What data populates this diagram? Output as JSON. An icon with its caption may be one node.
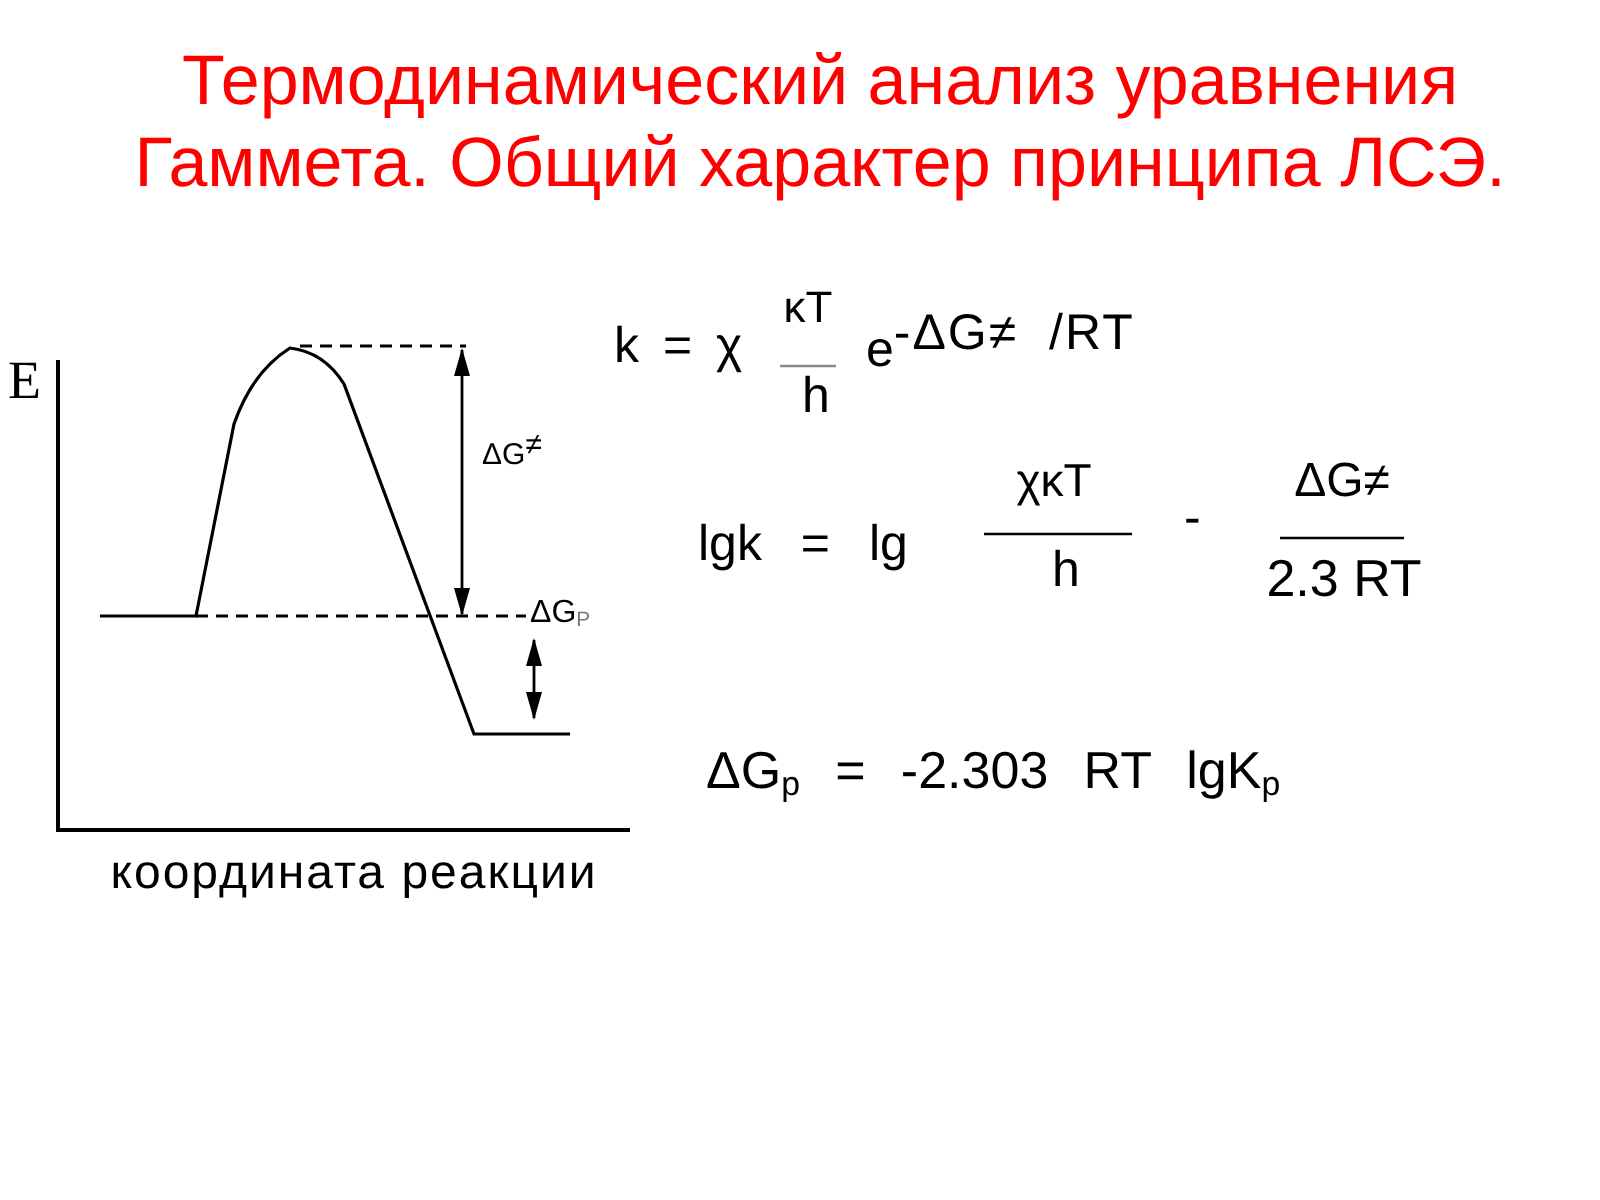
{
  "diagram": {
    "title": "Термодинамический анализ уравнения Гаммета. Общий характер принципа ЛСЭ.",
    "labels": [
      "E",
      "ΔG$^{≠}$",
      "ΔG$_{P}$",
      "координата реакции",
      "k = χ",
      "κT",
      "h",
      "e$^{-ΔG≠ /RT}$",
      "lgk = lg",
      "χκT",
      "h",
      "-",
      "ΔG≠",
      "2.3 RT",
      "ΔG$_{p}$ = -2.303 RT lgK$_{p}$"
    ]
  }
}
